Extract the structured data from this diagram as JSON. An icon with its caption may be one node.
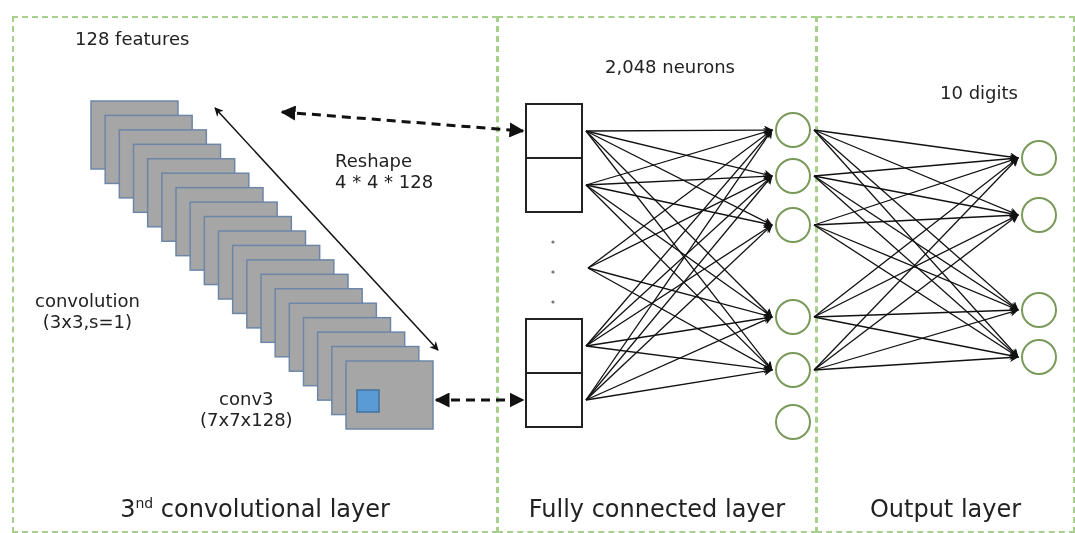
{
  "diagram": {
    "nodes": [
      {
        "text": [
          "3$^{nd}$ convolutional layer"
        ]
      },
      {
        "text": [
          "Fully connected layer"
        ]
      },
      {
        "text": [
          "Output layer"
        ]
      },
      {
        "text": [],
        "shape": "picture",
        "in": 0
      },
      {
        "text": [],
        "shape": "box",
        "in": 1
      },
      {
        "text": [],
        "shape": "box",
        "in": 1
      },
      {
        "text": [],
        "shape": "box",
        "in": 1
      },
      {
        "text": [],
        "shape": "box",
        "in": 1
      },
      {
        "text": [],
        "shape": "circle",
        "in": 1
      },
      {
        "text": [],
        "shape": "circle",
        "in": 1
      },
      {
        "text": [],
        "shape": "circle",
        "in": 1
      },
      {
        "text": [],
        "shape": "circle",
        "in": 1
      },
      {
        "text": [],
        "shape": "circle",
        "in": 1
      },
      {
        "text": [],
        "shape": "circle",
        "in": 1
      },
      {
        "text": [],
        "shape": "circle",
        "in": 2
      },
      {
        "text": [],
        "shape": "circle",
        "in": 2
      },
      {
        "text": [],
        "shape": "circle",
        "in": 2
      },
      {
        "text": [],
        "shape": "circle",
        "in": 2
      }
    ],
    "edges": [
      {
        "from": 3,
        "to": 4,
        "arrow": "both",
        "style": "dashed"
      },
      {
        "from": 3,
        "to": 7,
        "arrow": "both",
        "style": "dashed"
      },
      {
        "from": 4,
        "to": 8,
        "arrow": "to"
      },
      {
        "from": 4,
        "to": 9,
        "arrow": "to"
      },
      {
        "from": 4,
        "to": 10,
        "arrow": "to"
      },
      {
        "from": 4,
        "to": 11,
        "arrow": "to"
      },
      {
        "from": 4,
        "to": 12,
        "arrow": "to"
      },
      {
        "from": 5,
        "to": 8,
        "arrow": "to"
      },
      {
        "from": 5,
        "to": 9,
        "arrow": "to"
      },
      {
        "from": 5,
        "to": 10,
        "arrow": "to"
      },
      {
        "from": 5,
        "to": 11,
        "arrow": "to"
      },
      {
        "from": 5,
        "to": 12,
        "arrow": "to"
      },
      {
        "from": null,
        "to": 8,
        "arrow": "to"
      },
      {
        "from": null,
        "to": 9,
        "arrow": "to"
      },
      {
        "from": null,
        "to": 11,
        "arrow": "to"
      },
      {
        "from": null,
        "to": 12,
        "arrow": "to"
      },
      {
        "from": 6,
        "to": 8,
        "arrow": "to"
      },
      {
        "from": 6,
        "to": 9,
        "arrow": "to"
      },
      {
        "from": 6,
        "to": 10,
        "arrow": "to"
      },
      {
        "from": 6,
        "to": 11,
        "arrow": "to"
      },
      {
        "from": 6,
        "to": 12,
        "arrow": "to"
      },
      {
        "from": 7,
        "to": 8,
        "arrow": "to"
      },
      {
        "from": 7,
        "to": 9,
        "arrow": "to"
      },
      {
        "from": 7,
        "to": 10,
        "arrow": "to"
      },
      {
        "from": 7,
        "to": 11,
        "arrow": "to"
      },
      {
        "from": 7,
        "to": 12,
        "arrow": "to"
      },
      {
        "from": 8,
        "to": 14,
        "arrow": "to"
      },
      {
        "from": 8,
        "to": 15,
        "arrow": "to"
      },
      {
        "from": 8,
        "to": 16,
        "arrow": "to"
      },
      {
        "from": 8,
        "to": 17,
        "arrow": "to"
      },
      {
        "from": 9,
        "to": 14,
        "arrow": "to"
      },
      {
        "from": 9,
        "to": 15,
        "arrow": "to"
      },
      {
        "from": 9,
        "to": 16,
        "arrow": "to"
      },
      {
        "from": 9,
        "to": 17,
        "arrow": "to"
      },
      {
        "from": 10,
        "to": 14,
        "arrow": "to"
      },
      {
        "from": 10,
        "to": 15,
        "arrow": "to"
      },
      {
        "from": 10,
        "to": 16,
        "arrow": "to"
      },
      {
        "from": 10,
        "to": 17,
        "arrow": "to"
      },
      {
        "from": 11,
        "to": 14,
        "arrow": "to"
      },
      {
        "from": 11,
        "to": 15,
        "arrow": "to"
      },
      {
        "from": 11,
        "to": 16,
        "arrow": "to"
      },
      {
        "from": 11,
        "to": 17,
        "arrow": "to"
      },
      {
        "from": 12,
        "to": 14,
        "arrow": "to"
      },
      {
        "from": 12,
        "to": 15,
        "arrow": "to"
      },
      {
        "from": 12,
        "to": 16,
        "arrow": "to"
      },
      {
        "from": 12,
        "to": 17,
        "arrow": "to"
      }
    ],
    "labels": [
      "128 features",
      "2,048 neurons",
      "10 digits",
      "Reshape 4 * 4 * 128",
      "convolution (3x3,s=1)",
      "conv3 (7x7x128)"
    ]
  }
}
